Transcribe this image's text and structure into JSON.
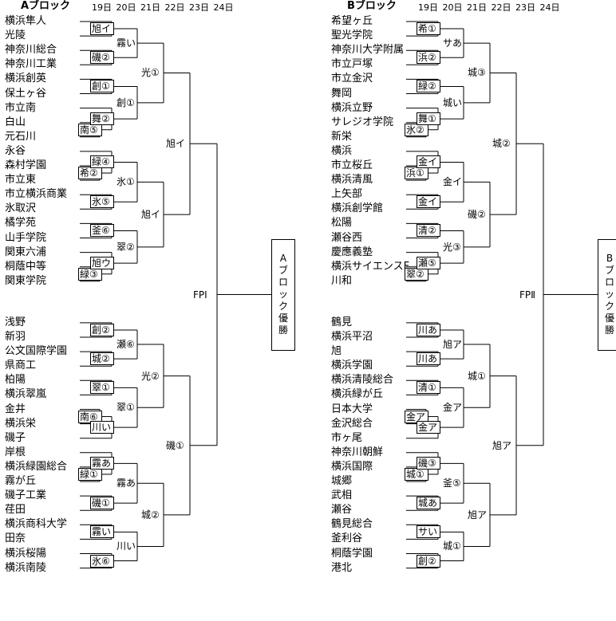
{
  "blocks": [
    {
      "title": "Aブロック",
      "dates": [
        "19日",
        "20日",
        "21日",
        "22日",
        "23日",
        "24日"
      ],
      "teams": [
        "横浜隼人",
        "光陵",
        "神奈川総合",
        "神奈川工業",
        "横浜創英",
        "保土ヶ谷",
        "市立南",
        "白山",
        "元石川",
        "永谷",
        "森村学園",
        "市立東",
        "市立横浜商業",
        "氷取沢",
        "橘学苑",
        "山手学院",
        "関東六浦",
        "桐蔭中等",
        "関東学院",
        "浅野",
        "新羽",
        "公文国際学園",
        "県商工",
        "柏陽",
        "横浜翠嵐",
        "金井",
        "横浜栄",
        "磯子",
        "岸根",
        "横浜緑園総合",
        "霧が丘",
        "磯子工業",
        "荏田",
        "横浜商科大学",
        "田奈",
        "横浜桜陽",
        "横浜南陵"
      ],
      "results": [
        "旭イ",
        "磯②",
        "南⑤",
        "舞②",
        "創①",
        "霧い",
        "創①",
        "光①",
        "希②",
        "緑④",
        "氷⑤",
        "氷①",
        "釜⑥",
        "緑③",
        "旭ウ",
        "翠②",
        "旭イ",
        "旭イ",
        "創②",
        "城②",
        "瀬⑥",
        "翠①",
        "南⑥",
        "川い",
        "翠①",
        "光②",
        "緑①",
        "霧あ",
        "磯①",
        "霧あ",
        "霧い",
        "氷⑥",
        "川い",
        "城②",
        "磯①",
        "FPⅠ"
      ],
      "champion": "Aブロック優勝"
    },
    {
      "title": "Bブロック",
      "dates": [
        "19日",
        "20日",
        "21日",
        "22日",
        "23日",
        "24日"
      ],
      "teams": [
        "希望ヶ丘",
        "聖光学院",
        "神奈川大学附属",
        "市立戸塚",
        "市立金沢",
        "舞岡",
        "横浜立野",
        "サレジオ学院",
        "新栄",
        "横浜",
        "市立桜丘",
        "横浜清風",
        "上矢部",
        "横浜創学館",
        "松陽",
        "瀬谷西",
        "慶應義塾",
        "横浜サイエンスF",
        "川和",
        "鶴見",
        "横浜平沼",
        "旭",
        "横浜学園",
        "横浜清陵総合",
        "横浜緑が丘",
        "日本大学",
        "金沢総合",
        "市ヶ尾",
        "神奈川朝鮮",
        "横浜国際",
        "城郷",
        "武相",
        "瀬谷",
        "鶴見総合",
        "釜利谷",
        "桐蔭学園",
        "港北"
      ],
      "results": [
        "希①",
        "浜②",
        "氷②",
        "舞①",
        "緑②",
        "サあ",
        "城い",
        "城③",
        "浜①",
        "金イ",
        "金イ",
        "金イ",
        "清②",
        "翠②",
        "瀬⑤",
        "光③",
        "磯②",
        "城②",
        "川あ",
        "川あ",
        "旭ア",
        "清①",
        "金ア",
        "金ア",
        "金ア",
        "城①",
        "城①",
        "磯③",
        "城あ",
        "釜⑤",
        "サい",
        "創②",
        "城①",
        "旭ア",
        "旭ア",
        "FPⅡ"
      ],
      "champion": "Bブロック優勝"
    }
  ]
}
